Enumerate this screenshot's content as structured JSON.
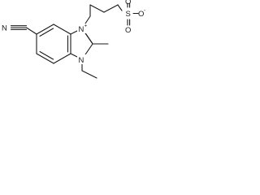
{
  "molecule": {
    "atoms": {
      "nitrile_n": "N",
      "nitrile_c": "C",
      "ring_n_plus": "N",
      "ring_n_plus_charge": "+",
      "ring_n_ethyl": "N",
      "sulfur": "S",
      "oxygen_top": "O",
      "oxygen_bottom": "O",
      "oxygen_minus": "O",
      "oxygen_minus_charge": "-"
    }
  }
}
